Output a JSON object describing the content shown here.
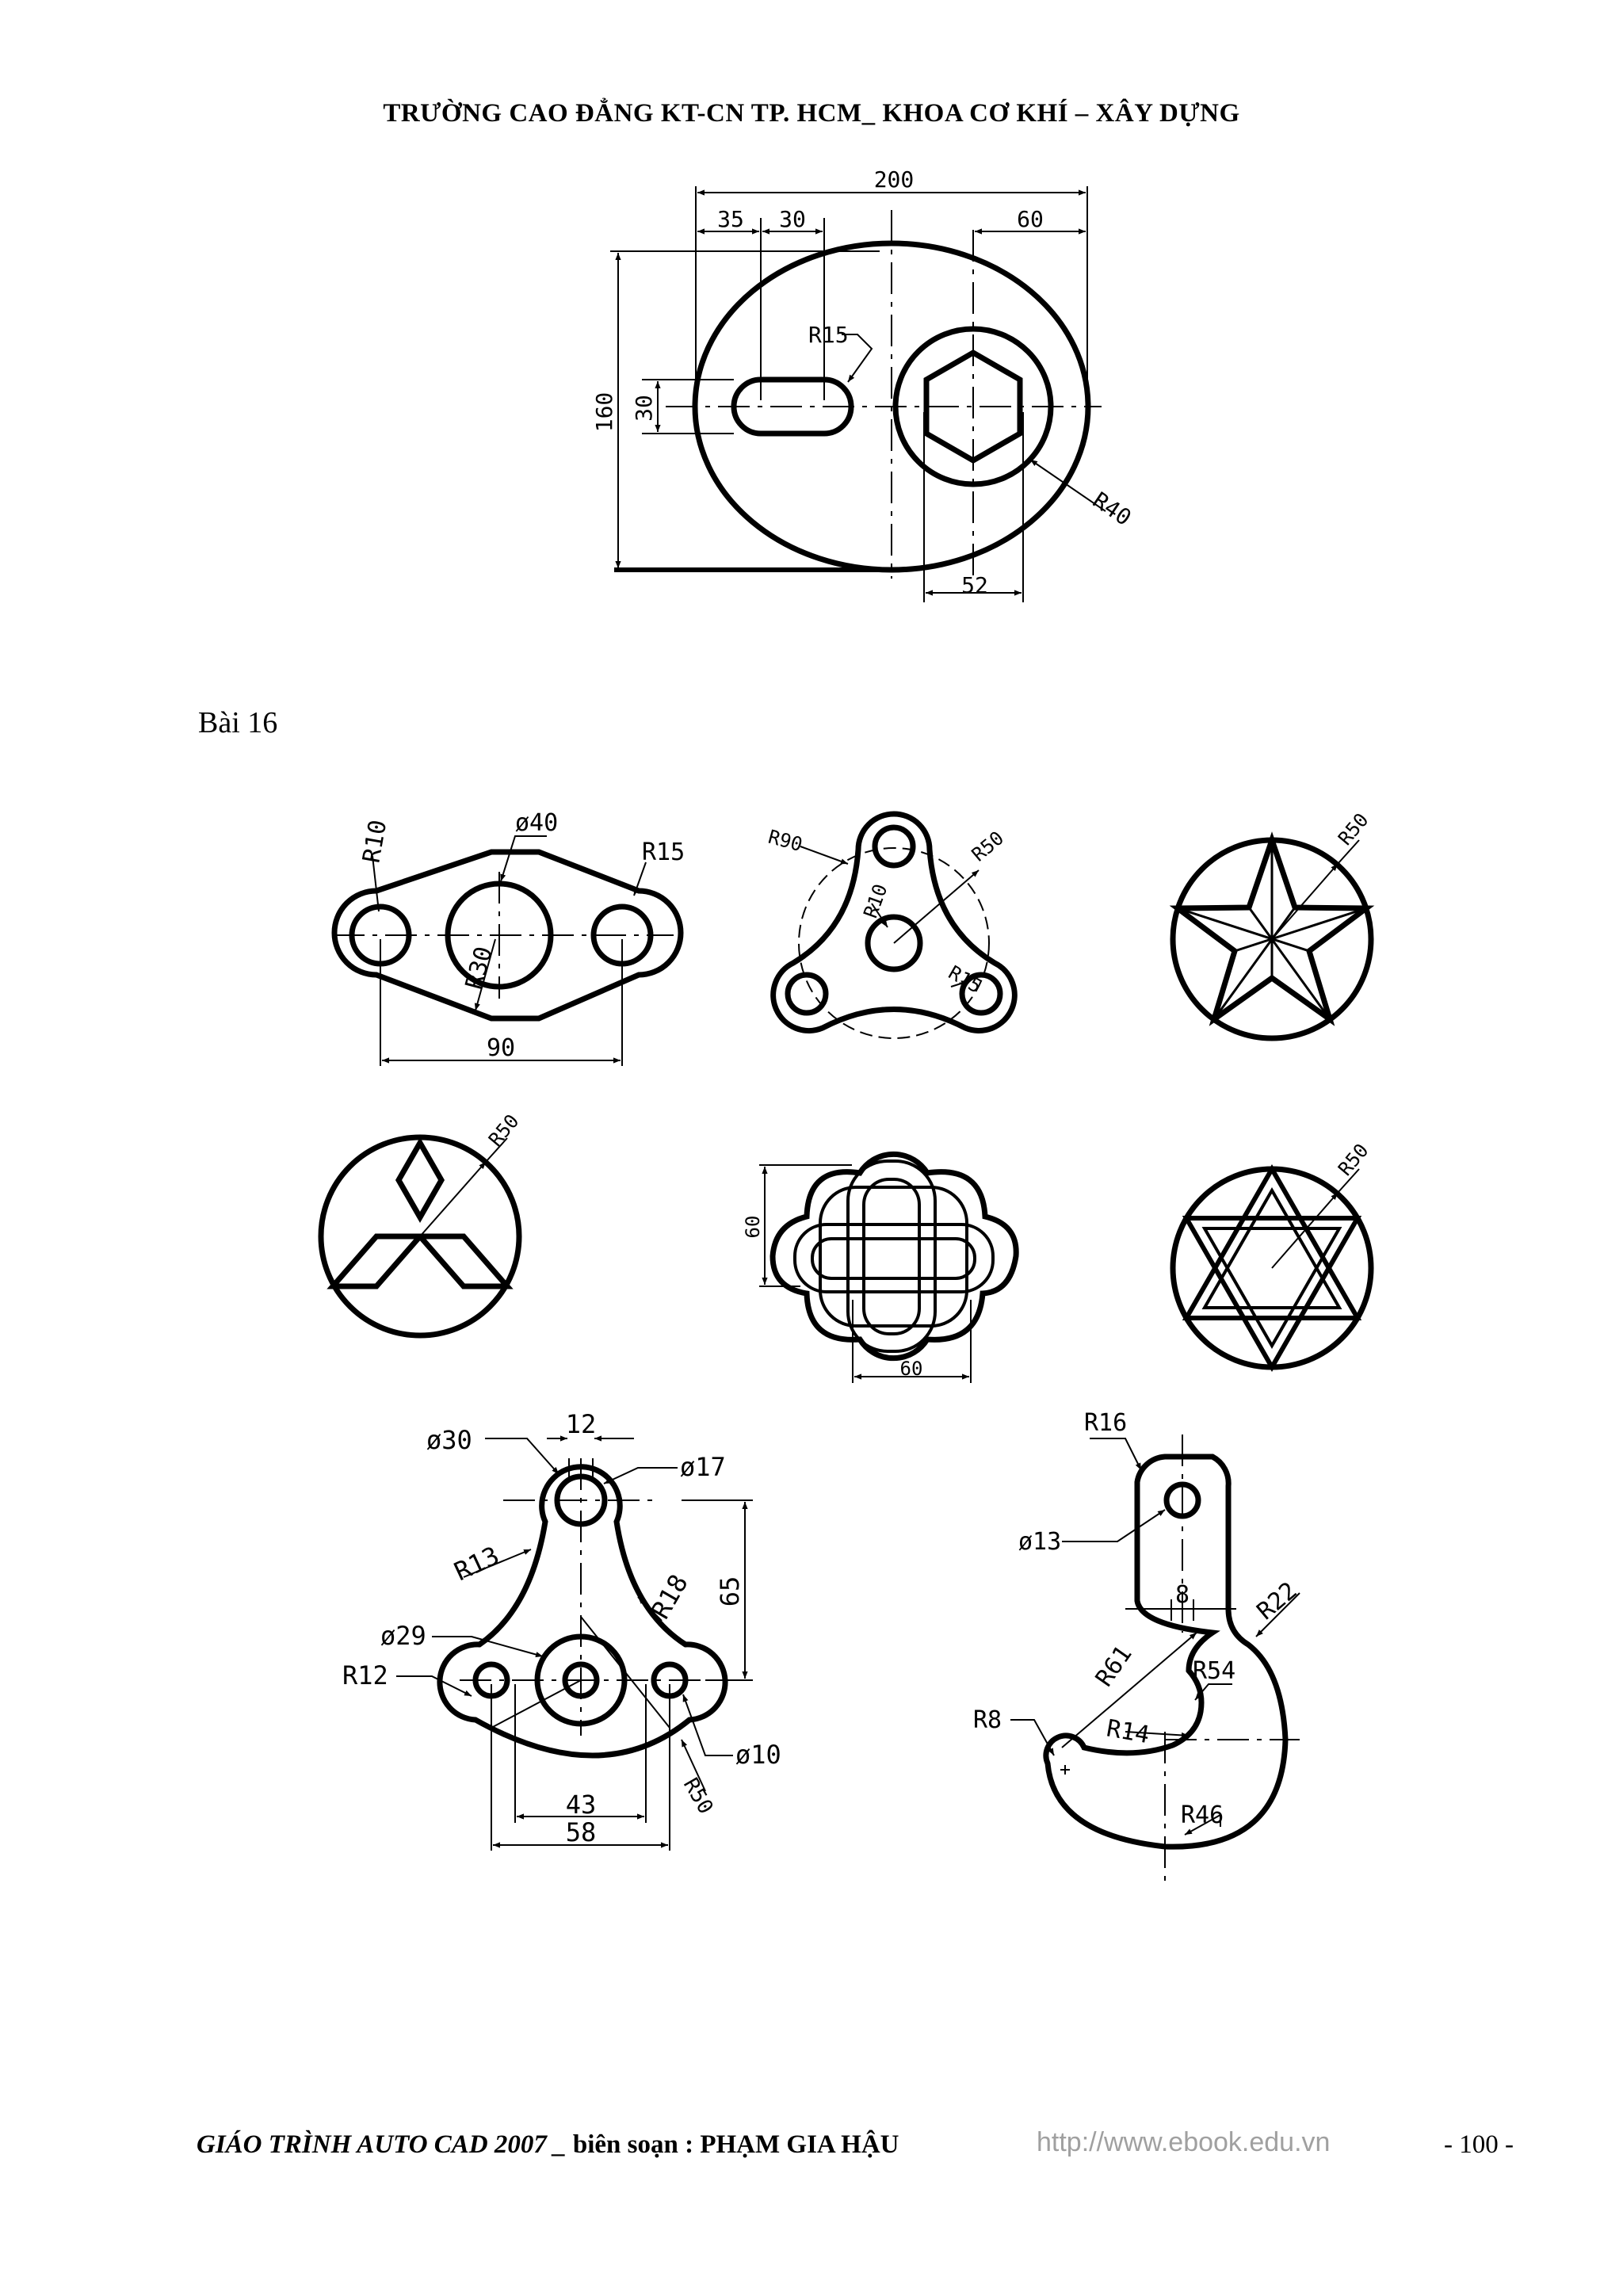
{
  "header": {
    "title": "TRƯỜNG CAO ĐẲNG KT-CN TP. HCM_ KHOA CƠ KHÍ – XÂY DỰNG"
  },
  "exercise": {
    "label": "Bài 16"
  },
  "drawing1": {
    "dims": {
      "d200": "200",
      "d35": "35",
      "d30": "30",
      "d60": "60",
      "r15": "R15",
      "d160": "160",
      "d30v": "30",
      "r40": "R40",
      "d52": "52"
    }
  },
  "link": {
    "dims": {
      "r10": "R10",
      "d40": "ø40",
      "r15": "R15",
      "r30": "R30",
      "d90": "90"
    }
  },
  "triangle": {
    "dims": {
      "r90": "R90",
      "r50": "R50",
      "r10": "R10",
      "r15": "R15"
    }
  },
  "star": {
    "dims": {
      "r50": "R50"
    }
  },
  "mitsubishi": {
    "dims": {
      "r50": "R50"
    }
  },
  "knot": {
    "dims": {
      "d60v": "60",
      "d60h": "60"
    }
  },
  "hexagram": {
    "dims": {
      "r50": "R50"
    }
  },
  "lever": {
    "dims": {
      "d30": "ø30",
      "d12": "12",
      "d17": "ø17",
      "r13": "R13",
      "r18": "R18",
      "d65": "65",
      "d29": "ø29",
      "r12": "R12",
      "d10": "ø10",
      "r50": "R50",
      "d43": "43",
      "d58": "58"
    }
  },
  "hook": {
    "dims": {
      "r16": "R16",
      "d13": "ø13",
      "d8": "8",
      "r22": "R22",
      "r61": "R61",
      "r54": "R54",
      "r14": "R14",
      "r8": "R8",
      "r46": "R46"
    }
  },
  "footer": {
    "title": "GIÁO TRÌNH AUTO CAD 2007 _",
    "author_prefix": " biên soạn : ",
    "author": "PHẠM GIA HẬU",
    "url": "http://www.ebook.edu.vn",
    "page": "- 100 -"
  }
}
